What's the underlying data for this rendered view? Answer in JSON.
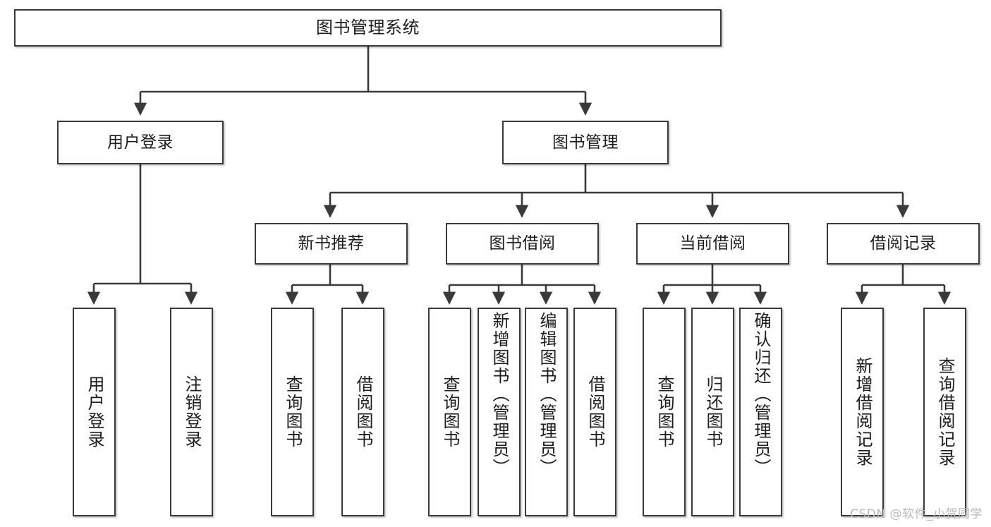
{
  "diagram": {
    "title": "图书管理系统",
    "watermark": "CSDN @软件_小贺同学",
    "accent_line_color": "#3a3a3a",
    "node_fill": "#ffffff",
    "text_color": "#1d1d1d"
  },
  "root": {
    "label": "图书管理系统"
  },
  "level2": [
    {
      "label": "用户登录"
    },
    {
      "label": "图书管理"
    }
  ],
  "level3": [
    {
      "label": "新书推荐"
    },
    {
      "label": "图书借阅"
    },
    {
      "label": "当前借阅"
    },
    {
      "label": "借阅记录"
    }
  ],
  "leaves": {
    "user_login": [
      {
        "label": "用户登录"
      },
      {
        "label": "注销登录"
      }
    ],
    "new_book": [
      {
        "label": "查询图书"
      },
      {
        "label": "借阅图书"
      }
    ],
    "book_borrow": [
      {
        "label": "查询图书"
      },
      {
        "label": "新增图书（管理员）"
      },
      {
        "label": "编辑图书（管理员）"
      },
      {
        "label": "借阅图书"
      }
    ],
    "current_borrow": [
      {
        "label": "查询图书"
      },
      {
        "label": "归还图书"
      },
      {
        "label": "确认归还（管理员）"
      }
    ],
    "borrow_record": [
      {
        "label": "新增借阅记录"
      },
      {
        "label": "查询借阅记录"
      }
    ]
  }
}
